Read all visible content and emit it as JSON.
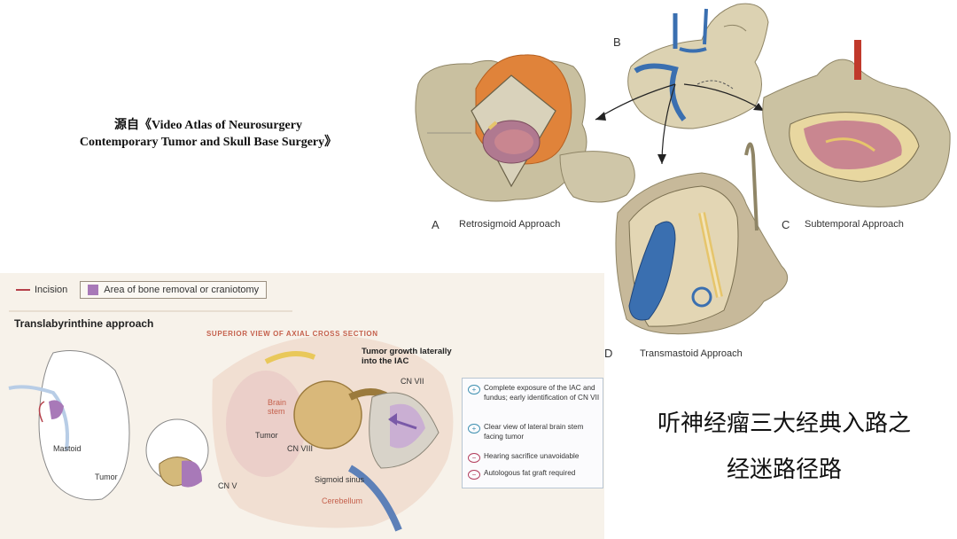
{
  "source_text": {
    "line1": "源自《Video Atlas of Neurosurgery",
    "line2": "Contemporary Tumor and Skull Base Surgery》"
  },
  "top_figure": {
    "panels": [
      {
        "letter": "A",
        "label": "Retrosigmoid Approach"
      },
      {
        "letter": "B",
        "label": ""
      },
      {
        "letter": "C",
        "label": "Subtemporal Approach"
      },
      {
        "letter": "D",
        "label": "Transmastoid Approach"
      }
    ],
    "colors": {
      "bone": "#c9c0a0",
      "bone_dark": "#a89e7c",
      "brain": "#e0833a",
      "vessel_blue": "#3a6fb0",
      "tissue_pink": "#c98690"
    }
  },
  "bottom_figure": {
    "legend": {
      "incision": "Incision",
      "bone_removal": "Area of bone removal or craniotomy"
    },
    "title": "Translabyrinthine approach",
    "subtitle": "SUPERIOR VIEW OF AXIAL CROSS SECTION",
    "labels": {
      "mastoid": "Mastoid",
      "tumor_left": "Tumor",
      "cn_v": "CN V",
      "brain_stem": "Brain\nstem",
      "tumor_center": "Tumor",
      "cn_viii": "CN VIII",
      "tumor_growth": "Tumor growth laterally\ninto the IAC",
      "cn_vii": "CN VII",
      "sigmoid_sinus": "Sigmoid sinus",
      "cerebellum": "Cerebellum"
    },
    "info_items": [
      {
        "type": "plus",
        "text": "Complete exposure of the IAC and fundus; early identification of CN VII"
      },
      {
        "type": "plus",
        "text": "Clear view of lateral brain stem facing tumor"
      },
      {
        "type": "minus",
        "text": "Hearing sacrifice unavoidable"
      },
      {
        "type": "minus",
        "text": "Autologous fat graft required"
      }
    ]
  },
  "heading": {
    "line1": "听神经瘤三大经典入路之",
    "line2": "经迷路径路"
  }
}
